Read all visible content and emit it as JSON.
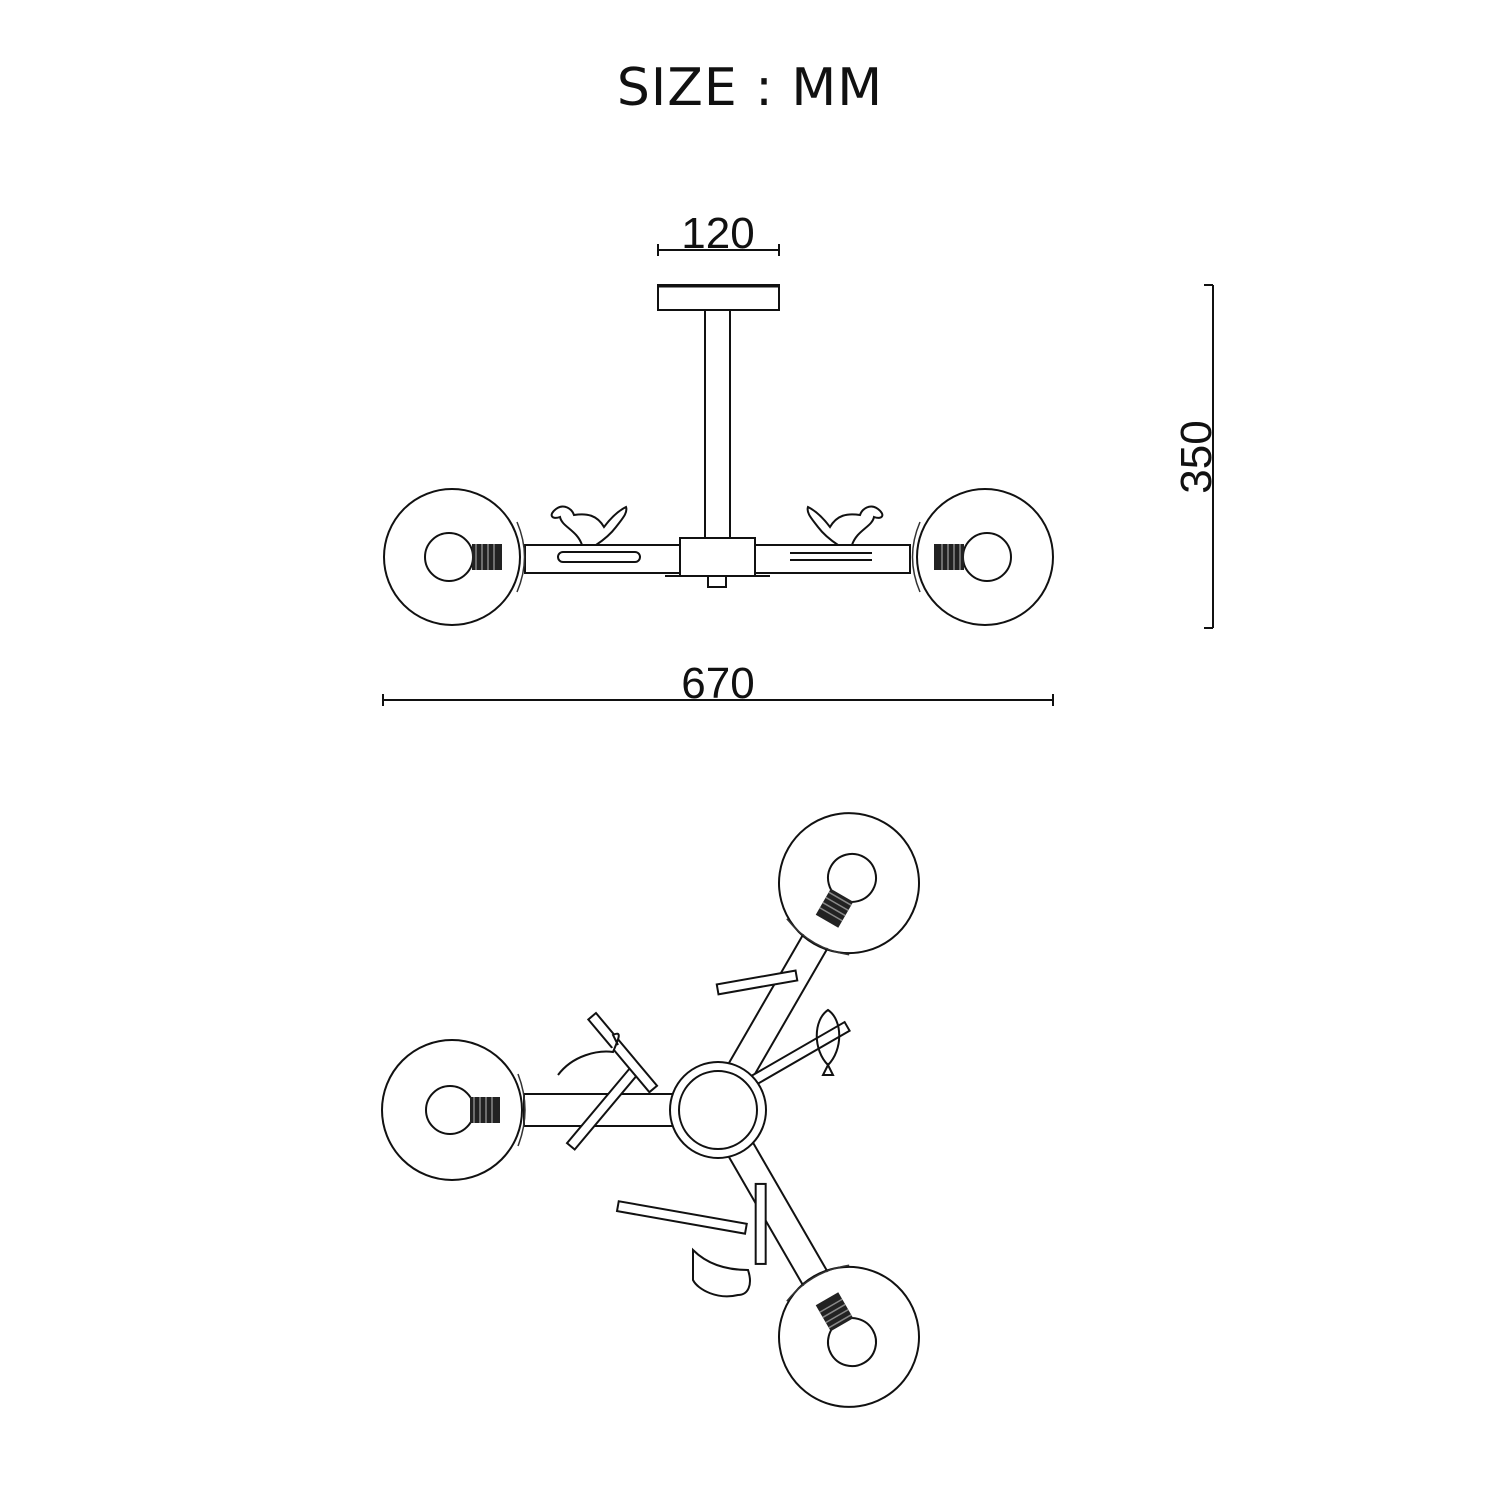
{
  "title": "SIZE : MM",
  "dimensions": {
    "canopy_width": "120",
    "overall_width": "670",
    "overall_height": "350"
  },
  "colors": {
    "line": "#111111",
    "background": "#ffffff"
  }
}
